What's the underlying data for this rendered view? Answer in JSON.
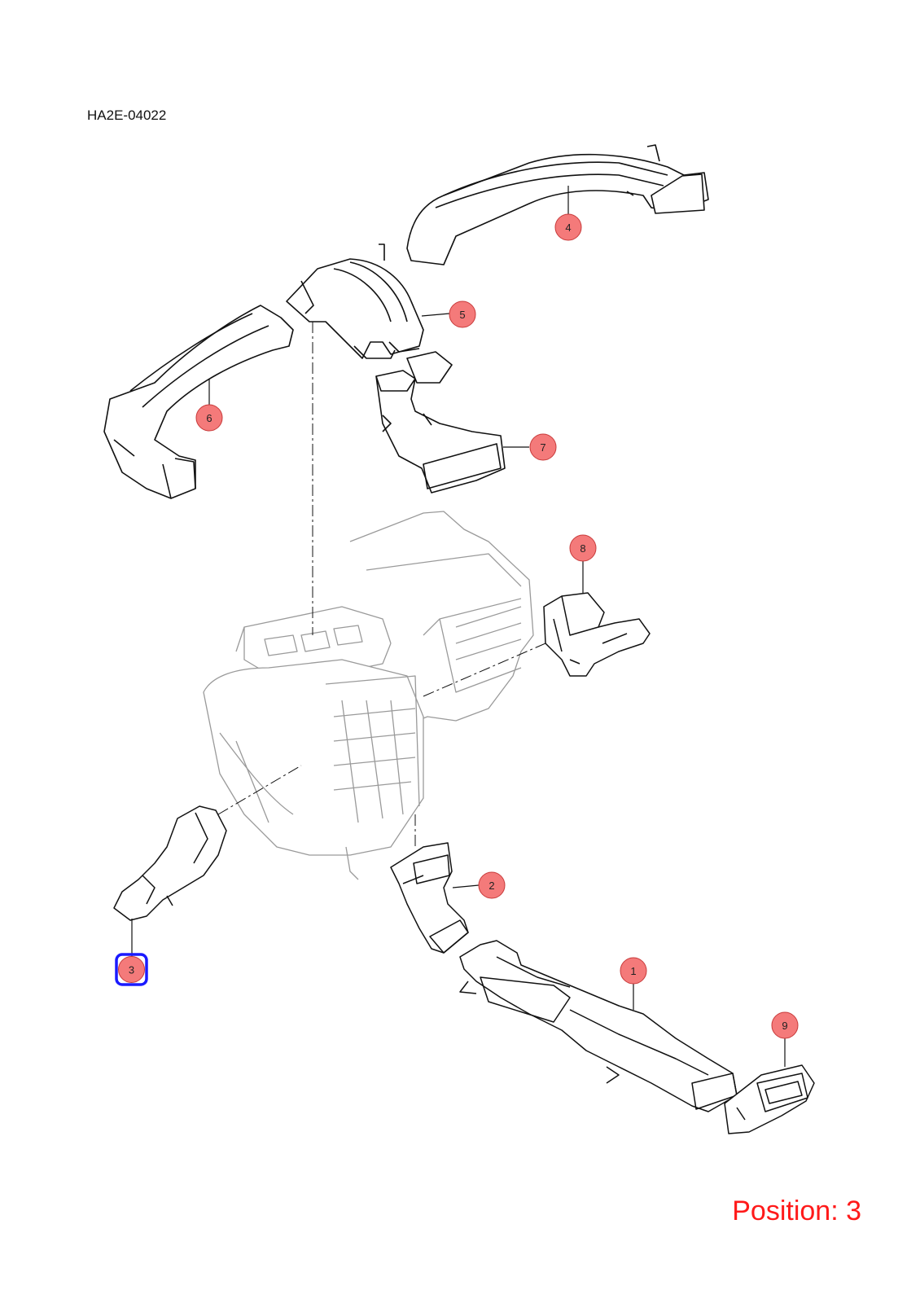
{
  "diagram": {
    "code": "HA2E-04022",
    "position_label": "Position: 3",
    "selected_position": "3",
    "callouts": [
      {
        "id": "1",
        "label": "1"
      },
      {
        "id": "2",
        "label": "2"
      },
      {
        "id": "3",
        "label": "3"
      },
      {
        "id": "4",
        "label": "4"
      },
      {
        "id": "5",
        "label": "5"
      },
      {
        "id": "6",
        "label": "6"
      },
      {
        "id": "7",
        "label": "7"
      },
      {
        "id": "8",
        "label": "8"
      },
      {
        "id": "9",
        "label": "9"
      }
    ],
    "colors": {
      "callout_fill": "#f47a7a",
      "callout_stroke": "#c83a3a",
      "selected_outline": "#1a1aff",
      "position_text": "#ff1a1a",
      "line": "#111111",
      "faint_line": "#9a9a9a"
    }
  }
}
